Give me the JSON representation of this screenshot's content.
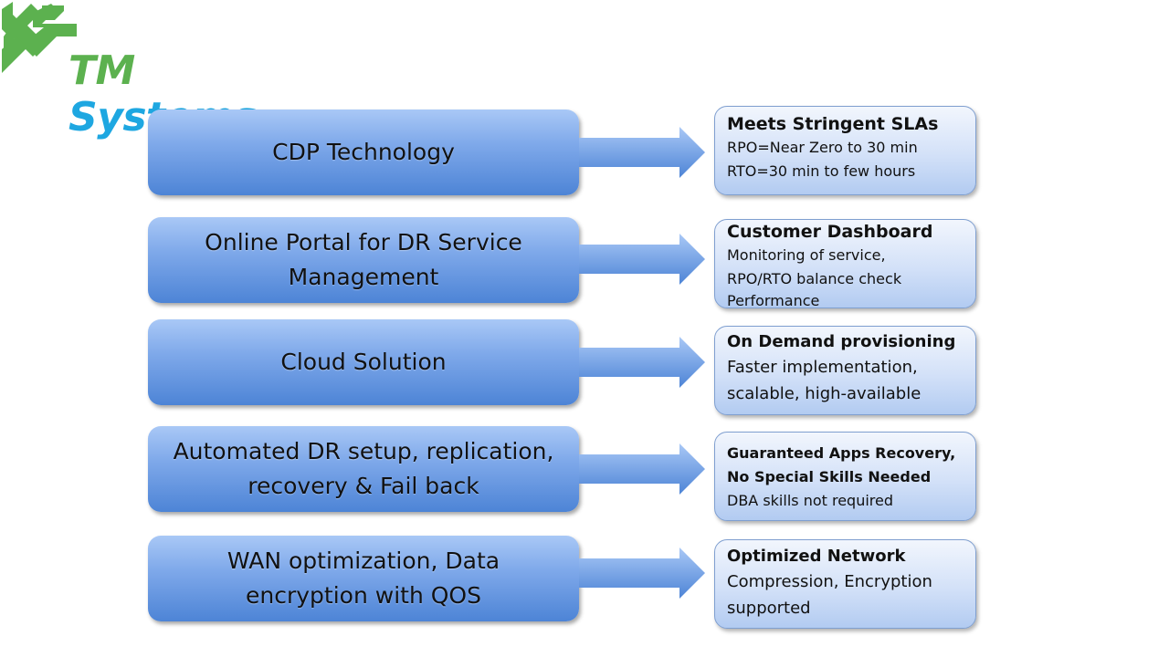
{
  "logo": {
    "mark_color": "#5cb14f",
    "word_tm": "TM",
    "word_systems": "Systems",
    "tm_color": "#5cb14f",
    "systems_color": "#1ea7e1"
  },
  "rows": [
    {
      "feature": "CDP Technology",
      "benefit_title": "Meets Stringent SLAs",
      "benefit_lines": [
        "RPO=Near Zero to 30 min",
        "RTO=30 min to few hours"
      ]
    },
    {
      "feature": "Online Portal for DR Service Management",
      "benefit_title": "Customer Dashboard",
      "benefit_lines": [
        "Monitoring of service,",
        "RPO/RTO balance check",
        "Performance"
      ]
    },
    {
      "feature": "Cloud Solution",
      "benefit_title": "On Demand provisioning",
      "benefit_lines": [
        "Faster implementation,",
        "scalable, high-available"
      ]
    },
    {
      "feature": "Automated DR setup, replication, recovery & Fail back",
      "benefit_title": "Guaranteed Apps Recovery,",
      "benefit_title_2": "No Special Skills Needed",
      "benefit_lines": [
        "DBA skills not required"
      ]
    },
    {
      "feature": "WAN optimization, Data encryption with QOS",
      "benefit_title": "Optimized Network",
      "benefit_lines": [
        "Compression, Encryption",
        "supported"
      ]
    }
  ]
}
